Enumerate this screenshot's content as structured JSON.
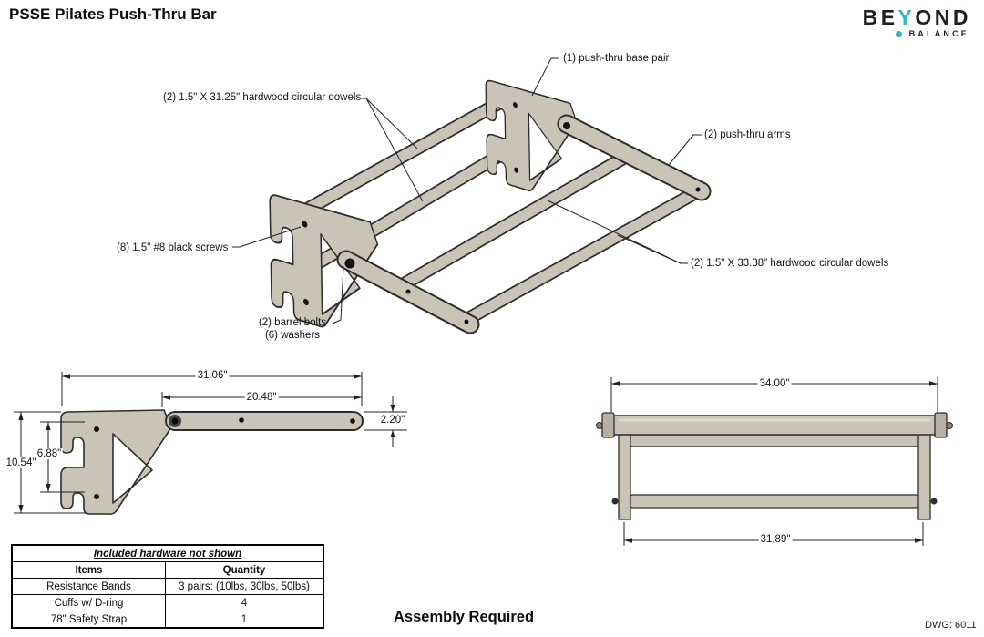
{
  "page": {
    "title": "PSSE Pilates Push-Thru Bar"
  },
  "logo": {
    "word_pre": "BE",
    "word_accent": "Y",
    "word_post": "OND",
    "subword": "BALANCE",
    "accent_color": "#2fb7cd",
    "text_color": "#1c2126"
  },
  "iso_view": {
    "labels": {
      "base_pair": "(1) push-thru base pair",
      "dowels_31": "(2) 1.5\" X 31.25\" hardwood circular dowels",
      "arms": "(2) push-thru arms",
      "screws": "(8) 1.5\" #8 black screws",
      "dowels_33": "(2) 1.5\" X 33.38\" hardwood circular dowels",
      "barrel_bolts": "(2) barrel bolts",
      "washers": "(6) washers"
    }
  },
  "side_view": {
    "dims": {
      "overall_width": "31.06\"",
      "arm_length": "20.48\"",
      "arm_thickness": "2.20\"",
      "hook_spacing": "6.88\"",
      "overall_height": "10.54\""
    }
  },
  "front_view": {
    "dims": {
      "outer_width": "34.00\"",
      "inner_width": "31.89\""
    }
  },
  "hardware_table": {
    "title": "Included hardware not shown",
    "headers": [
      "Items",
      "Quantity"
    ],
    "rows": [
      [
        "Resistance Bands",
        "3 pairs: (10lbs, 30lbs, 50lbs)"
      ],
      [
        "Cuffs w/ D-ring",
        "4"
      ],
      [
        "78\" Safety Strap",
        "1"
      ]
    ]
  },
  "notes": {
    "assembly": "Assembly Required",
    "dwg_number": "DWG: 6011"
  },
  "colors": {
    "part_fill": "#c9c4b6",
    "part_shade": "#b6b1a3",
    "outline": "#2d2d2d",
    "accent": "#2fb7cd"
  }
}
